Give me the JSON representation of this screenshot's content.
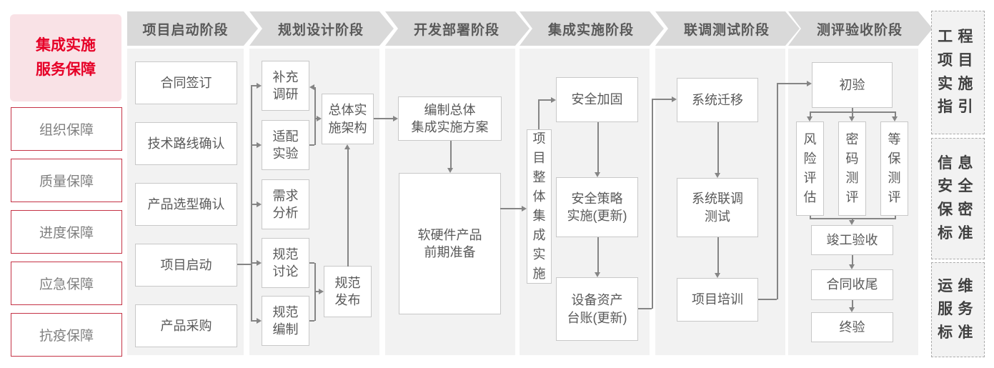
{
  "sidebar": {
    "title": "集成实施\n服务保障",
    "items": [
      "组织保障",
      "质量保障",
      "进度保障",
      "应急保障",
      "抗疫保障"
    ]
  },
  "stages": [
    "项目启动阶段",
    "规划设计阶段",
    "开发部署阶段",
    "集成实施阶段",
    "联调测试阶段",
    "测评验收阶段"
  ],
  "boxes": {
    "contract_signing": "合同签订",
    "tech_route_confirm": "技术路线确认",
    "product_selection_confirm": "产品选型确认",
    "project_kickoff": "项目启动",
    "product_procurement": "产品采购",
    "supplementary_research": "补充\n调研",
    "adaptation_experiment": "适配\n实验",
    "requirement_analysis": "需求\n分析",
    "spec_discussion": "规范\n讨论",
    "spec_compilation": "规范\n编制",
    "overall_impl_architecture": "总体实\n施架构",
    "spec_release": "规范\n发布",
    "compile_overall_plan": "编制总体\n集成实施方案",
    "hw_sw_preparation": "软硬件产品\n前期准备",
    "overall_integration_impl": "项\n目\n整\n体\n集\n成\n实\n施",
    "security_hardening": "安全加固",
    "security_policy_impl": "安全策略\n实施(更新)",
    "asset_ledger_update": "设备资产\n台账(更新)",
    "system_migration": "系统迁移",
    "joint_debugging_test": "系统联调\n测试",
    "project_training": "项目培训",
    "preliminary_acceptance": "初验",
    "risk_assessment": "风\n险\n评\n估",
    "crypto_evaluation": "密\n码\n测\n评",
    "mlps_evaluation": "等\n保\n测\n评",
    "completion_acceptance": "竣工验收",
    "contract_closure": "合同收尾",
    "final_acceptance": "终验"
  },
  "right_panels": [
    "工程\n项目\n实施\n指引",
    "信息\n安全\n保密\n标准",
    "运维\n服务\n标准"
  ],
  "colors": {
    "accent_red": "#e60027",
    "border_red": "#c53346",
    "pink_bg": "#f9e2e6",
    "stage_header_gray": "#d9d9d9",
    "panel_gray": "#f2f2f2",
    "line_gray": "#858585",
    "text_gray": "#595959"
  }
}
